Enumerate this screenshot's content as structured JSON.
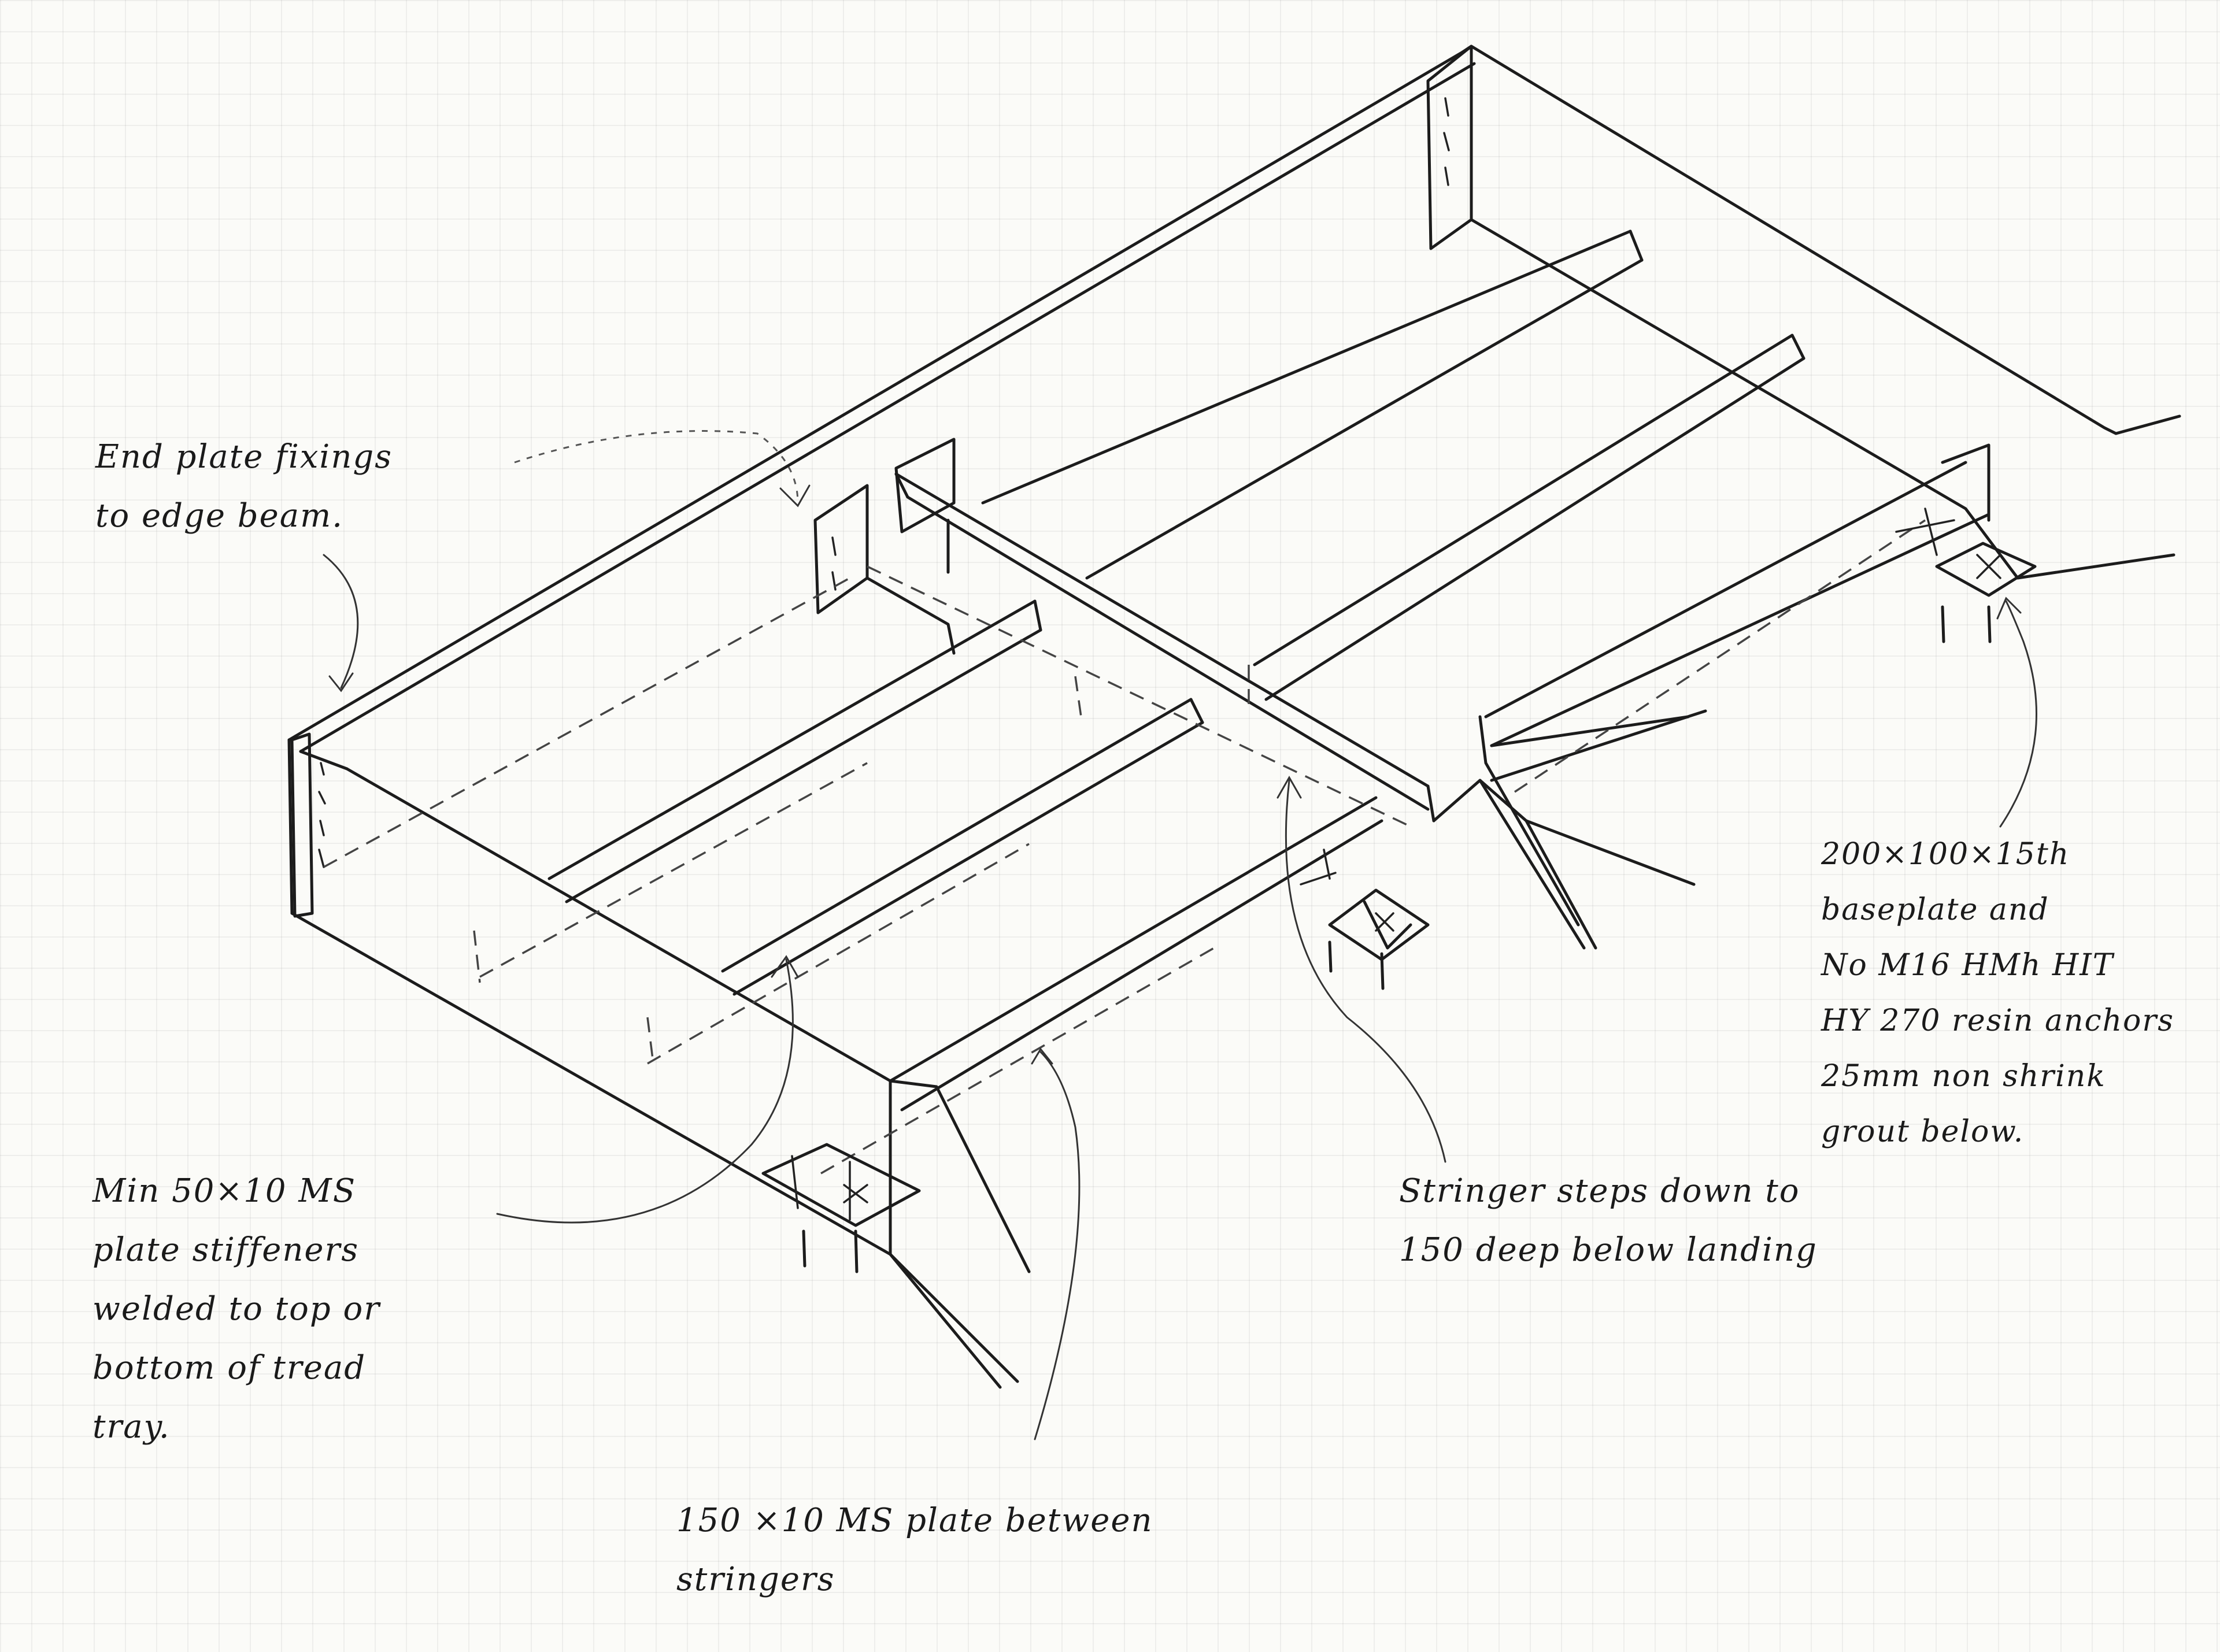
{
  "annotations": {
    "end_plate": "End plate fixings\nto edge beam.",
    "baseplate": "200×100×15th\nbaseplate and\nNo M16 HMh HIT\nHY 270 resin anchors\n25mm non shrink\ngrout below.",
    "stiffeners": "Min 50×10 MS\nplate stiffeners\nwelded to top or\nbottom of tread\ntray.",
    "stringer_step": "Stringer steps down to\n150 deep below landing",
    "plate_between": "150 ×10 MS plate between\nstringers"
  },
  "colors": {
    "ink": "#1c1c1c",
    "paper": "#fbfbf8",
    "grid": "#e3e3e0"
  }
}
